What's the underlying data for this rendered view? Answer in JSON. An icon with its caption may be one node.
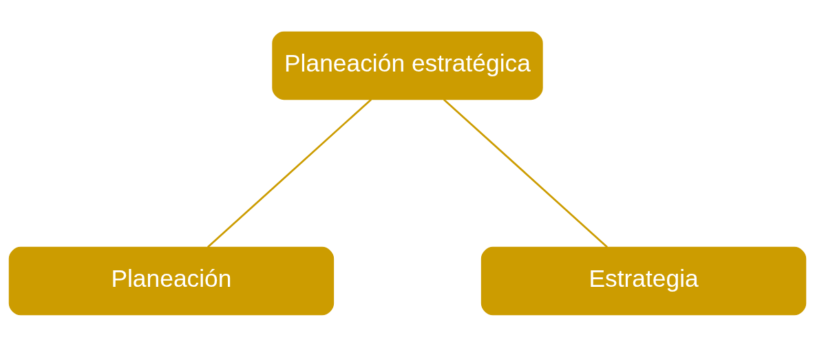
{
  "diagram": {
    "nodes": [
      {
        "text": [
          "Planeación estratégica"
        ]
      },
      {
        "text": [
          "Planeación"
        ]
      },
      {
        "text": [
          "Estrategia"
        ]
      }
    ],
    "edges": [
      {
        "from": 0,
        "to": 1,
        "arrow": "none"
      },
      {
        "from": 0,
        "to": 2,
        "arrow": "none"
      }
    ]
  }
}
